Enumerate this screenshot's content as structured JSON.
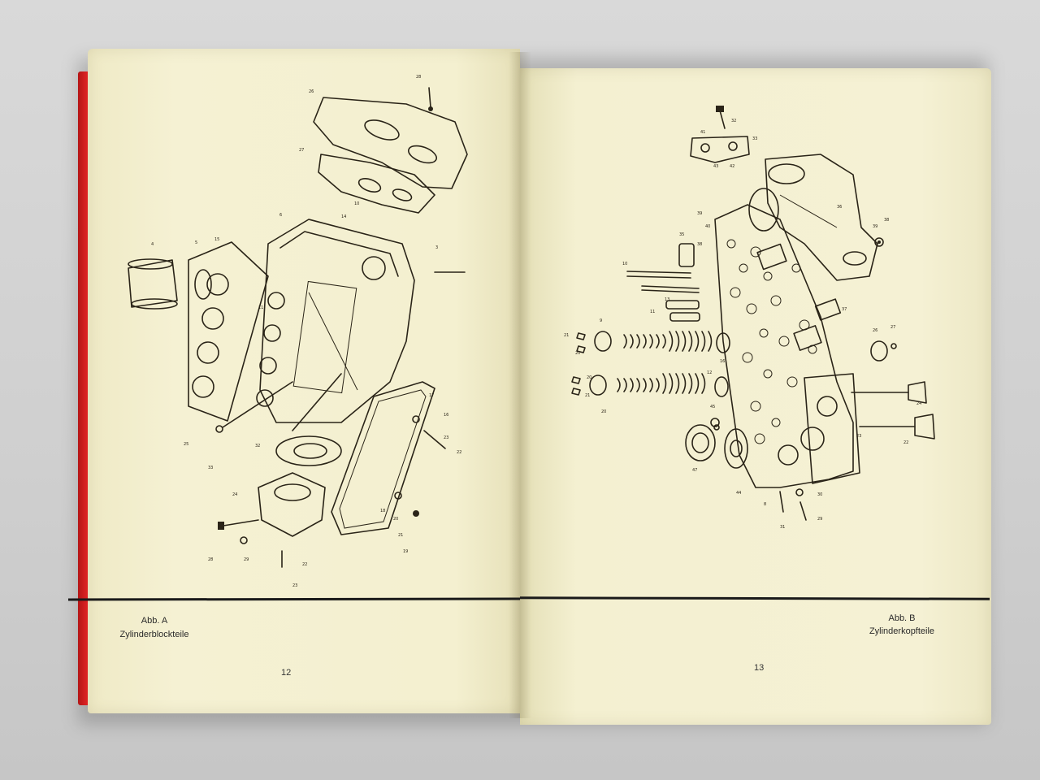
{
  "pages": {
    "left": {
      "figure_label": "Abb. A",
      "caption": "Zylinderblockteile",
      "page_number": "12"
    },
    "right": {
      "figure_label": "Abb. B",
      "caption": "Zylinderkopfteile",
      "page_number": "13"
    }
  },
  "colors": {
    "paper": "#f4f0d1",
    "ink": "#2a2418",
    "cover_red": "#d21f1f",
    "background": "#d3d3d3"
  }
}
